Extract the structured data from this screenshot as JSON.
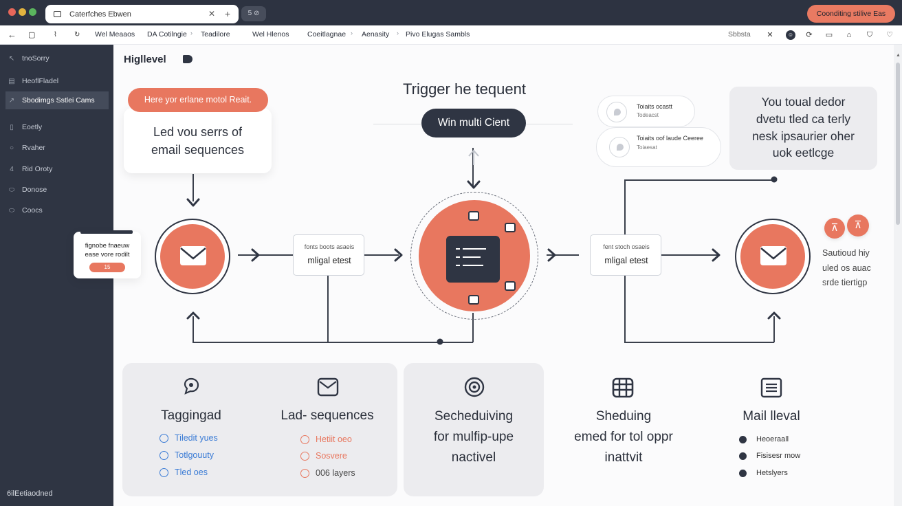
{
  "window": {
    "tab_title": "Caterfches Ebwen",
    "tab2_label": "5 ⊘",
    "cta_label": "Coonditing stilive Eas"
  },
  "toolbar": {
    "crumbs": [
      "Wel Meaaos",
      "DA Cotilngie",
      "Teadilore",
      "Wel Hlenos",
      "Coeitlagnae",
      "Aenasity",
      "Pivo Elugas Sambls"
    ],
    "search_text": "Sbbsta"
  },
  "sidebar": {
    "items": [
      {
        "label": "tnoSorry"
      },
      {
        "label": "HeoflFladel"
      },
      {
        "label": "Sbodimgs Sstlei Cams"
      },
      {
        "label": "Eoetly"
      },
      {
        "label": "Rvaher"
      },
      {
        "label": "Rid Oroty"
      },
      {
        "label": "Donose"
      },
      {
        "label": "Coocs"
      }
    ],
    "footer": "6ilEetiaodned"
  },
  "canvas": {
    "brand": "Higllevel",
    "headline": "Trigger he tequent",
    "center_pill": "Win multi Cient",
    "left_pill": "Here yor erlane motol Reait.",
    "left_card_text_1": "Led vou serrs of",
    "left_card_text_2": "email sequences",
    "popup_text_1": "fignobe fnaeuw",
    "popup_text_2": "ease vore rodilt",
    "popup_btn": "15",
    "box_left_small": "fonts boots asaeis",
    "box_left_main": "mligal etest",
    "box_right_small": "fent stoch osaeis",
    "box_right_main": "mligal etest",
    "mini_card_1_title": "Toiaits ocastt",
    "mini_card_1_sub": "Todeacst",
    "mini_card_2_title": "Toiaits oof laude Ceeree",
    "mini_card_2_sub": "Toiaesat",
    "right_card_lines": [
      "You toual dedor",
      "dvetu tled ca terly",
      "nesk ipsaurier oher",
      "uok eetlcge"
    ],
    "right_note_lines": [
      "Sautioud hiy",
      "uled os auac",
      "srde tiertigp"
    ],
    "badge_1": "⊼",
    "badge_2": "⊼"
  },
  "features": [
    {
      "title": "Taggingad",
      "options": [
        "Tiledit yues",
        "Totlgouuty",
        "Tled oes"
      ],
      "accent": "#3a7bd5"
    },
    {
      "title": "Lad- sequences",
      "options": [
        "Hetiit oeo",
        "Sosvere",
        "006 layers"
      ],
      "accent": "#e8775f"
    },
    {
      "title_lines": [
        "Secheduiving",
        "for mulfip-upe",
        "nactivel"
      ]
    },
    {
      "title_lines": [
        "Sheduing",
        "emed for tol oppr",
        "inattvit"
      ]
    },
    {
      "title": "Mail lleval",
      "options": [
        "Heoeraall",
        "Fisisesr mow",
        "Hetslyers"
      ]
    }
  ],
  "colors": {
    "accent": "#e8775f",
    "dark": "#2f3543",
    "blue": "#3a7bd5"
  }
}
